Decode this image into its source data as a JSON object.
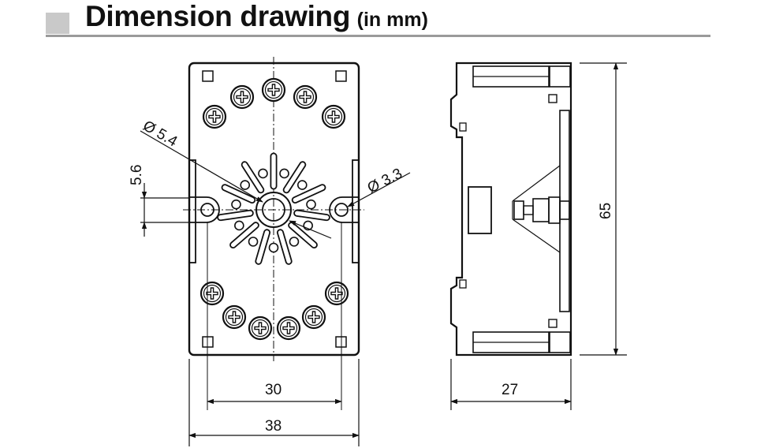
{
  "header": {
    "title": "Dimension drawing",
    "unit_note": "(in mm)",
    "marker_color": "#c9c9c9",
    "rule_color": "#9a9a9a"
  },
  "dimensions": {
    "hole_diameter_large": "Ø 5.4",
    "hole_diameter_small": "Ø 3.3",
    "hole_offset": "5.6",
    "mount_width": "30",
    "total_width": "38",
    "depth": "27",
    "height": "65"
  },
  "line_color": "#111111"
}
